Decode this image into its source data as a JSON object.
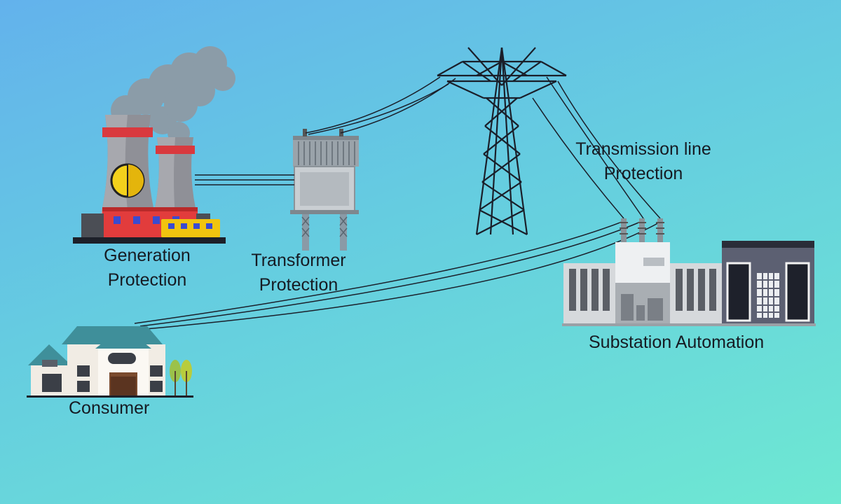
{
  "labels": {
    "generation": [
      "Generation",
      "Protection"
    ],
    "transformer": [
      "Transformer",
      "Protection"
    ],
    "transmission": [
      "Transmission line",
      "Protection"
    ],
    "substation": "Substation Automation",
    "consumer": "Consumer"
  },
  "colors": {
    "bg_top": "#63b2ec",
    "bg_bottom": "#6ee8d2",
    "tower_grey": "#8f9097",
    "stripe_red": "#d9393e",
    "smoke": "#8e9ba5",
    "building_red": "#e23c3c",
    "train_yellow": "#f1c40f",
    "line_dark": "#1a1f2a"
  }
}
